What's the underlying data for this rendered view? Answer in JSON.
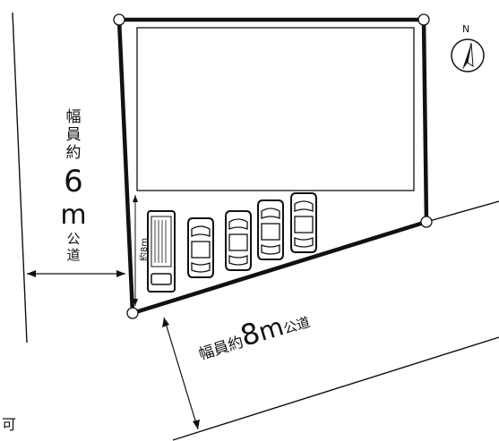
{
  "west_road": {
    "label_lines": [
      "幅",
      "員",
      "約",
      "6",
      "m",
      "公",
      "道"
    ]
  },
  "south_road": {
    "label_prefix": "幅員約",
    "label_number": "8",
    "label_unit": "m",
    "label_suffix": "公道"
  },
  "parking": {
    "depth_label": "約8m",
    "vehicles": [
      {
        "type": "van"
      },
      {
        "type": "car"
      },
      {
        "type": "car"
      },
      {
        "type": "car"
      },
      {
        "type": "car"
      }
    ]
  },
  "compass": {
    "label": "N"
  },
  "footer": {
    "char": "可"
  },
  "colors": {
    "line": "#111111",
    "background": "#ffffff"
  }
}
